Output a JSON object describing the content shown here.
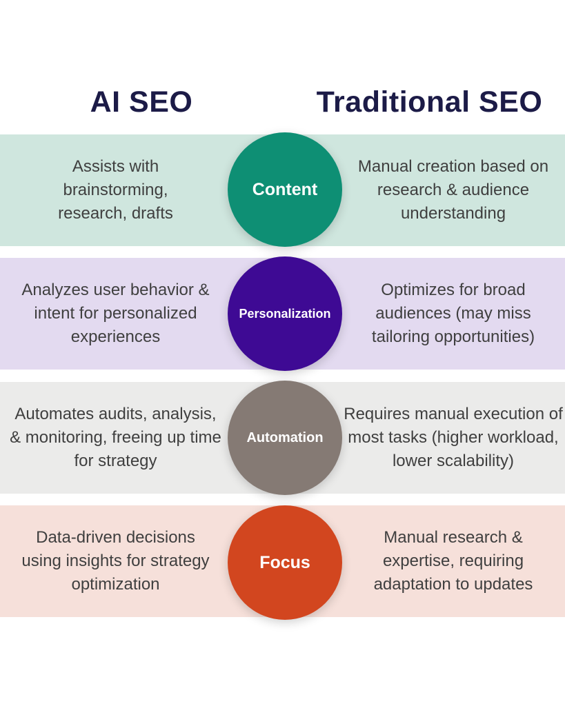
{
  "headers": {
    "left": "AI SEO",
    "right": "Traditional SEO"
  },
  "rows": [
    {
      "label": "Content",
      "ai": "Assists with brainstorming, research, drafts",
      "traditional": "Manual creation based on research & audience understanding",
      "band_color": "#cfe6de",
      "circle_color": "#0e8f74"
    },
    {
      "label": "Personalization",
      "ai": "Analyzes user behavior & intent for personalized experiences",
      "traditional": "Optimizes for broad audiences (may miss tailoring opportunities)",
      "band_color": "#e3daf0",
      "circle_color": "#3e0a94"
    },
    {
      "label": "Automation",
      "ai": "Automates audits, analysis, & monitoring, freeing up time for strategy",
      "traditional": "Requires manual execution of most tasks (higher workload, lower scalability)",
      "band_color": "#ebebea",
      "circle_color": "#857a74"
    },
    {
      "label": "Focus",
      "ai": "Data-driven decisions using insights for strategy optimization",
      "traditional": "Manual research & expertise, requiring adaptation to updates",
      "band_color": "#f6e0da",
      "circle_color": "#d2461f"
    }
  ]
}
